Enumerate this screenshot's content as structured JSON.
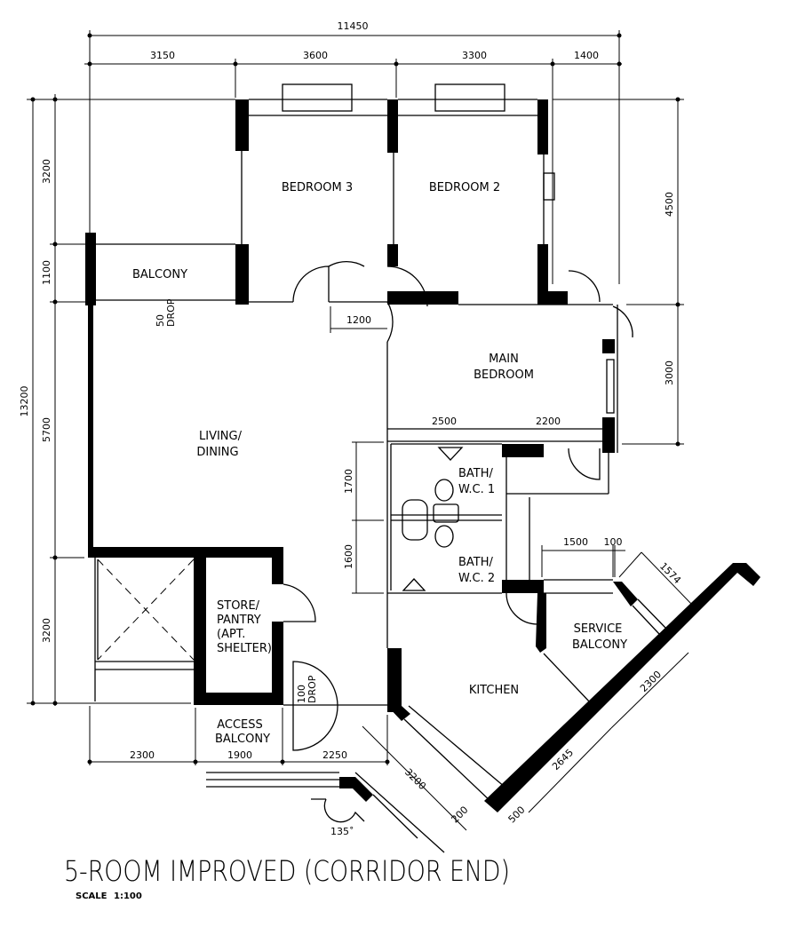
{
  "plan": {
    "title": "5-ROOM IMPROVED (CORRIDOR END)",
    "scale_label": "SCALE",
    "scale_value": "1:100",
    "rooms": {
      "bedroom3": "BEDROOM 3",
      "bedroom2": "BEDROOM 2",
      "balcony": "BALCONY",
      "main_bedroom_1": "MAIN",
      "main_bedroom_2": "BEDROOM",
      "living_1": "LIVING/",
      "living_2": "DINING",
      "bath1_1": "BATH/",
      "bath1_2": "W.C. 1",
      "bath2_1": "BATH/",
      "bath2_2": "W.C. 2",
      "store_1": "STORE/",
      "store_2": "PANTRY",
      "store_3": "(APT.",
      "store_4": "SHELTER)",
      "access_1": "ACCESS",
      "access_2": "BALCONY",
      "kitchen": "KITCHEN",
      "service_1": "SERVICE",
      "service_2": "BALCONY"
    },
    "notes": {
      "drop50_a": "50",
      "drop50_b": "DROP",
      "drop100_a": "100",
      "drop100_b": "DROP",
      "angle": "135˚"
    },
    "dimensions": {
      "overall_width": "11450",
      "top": [
        "3150",
        "3600",
        "3300",
        "1400"
      ],
      "overall_height": "13200",
      "left": [
        "3200",
        "1100",
        "5700",
        "3200"
      ],
      "right": [
        "4500",
        "3000"
      ],
      "door_1200": "1200",
      "main_bed": [
        "2500",
        "2200"
      ],
      "bath": [
        "1700",
        "1600"
      ],
      "service": [
        "1500",
        "100"
      ],
      "diag_1574": "1574",
      "diag_2300": "2300",
      "diag_2645": "2645",
      "diag_3200": "3200",
      "diag_200": "200",
      "diag_500": "500",
      "bottom": [
        "2300",
        "1900",
        "2250"
      ]
    }
  }
}
